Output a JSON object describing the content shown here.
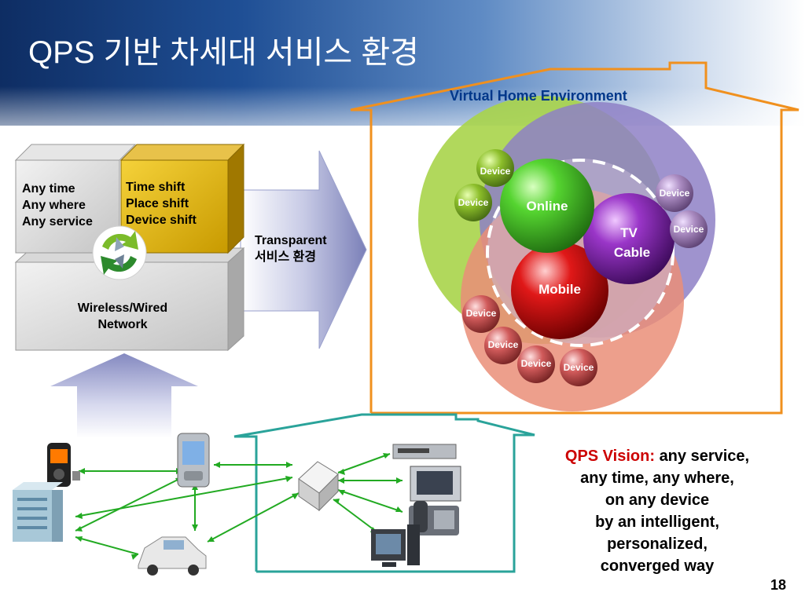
{
  "slide": {
    "title": "QPS 기반 차세대 서비스 환경",
    "page_number": "18"
  },
  "left_block": {
    "anytime_lines": [
      "Any time",
      "Any where",
      "Any service"
    ],
    "shift_lines": [
      "Time shift",
      "Place shift",
      "Device shift"
    ],
    "network_lines": [
      "Wireless/Wired",
      "Network"
    ]
  },
  "transparent": {
    "lines": [
      "Transparent",
      "서비스 환경"
    ]
  },
  "home": {
    "label": "Virtual Home Environment",
    "spheres": {
      "online": "Online",
      "tv_lines": [
        "TV",
        "Cable"
      ],
      "mobile": "Mobile"
    },
    "device_label": "Device"
  },
  "vision": {
    "label": "QPS Vision:",
    "first_line_rest": "any service,",
    "lines": [
      "any time, any where,",
      "on any device",
      "by an intelligent,",
      "personalized,",
      "converged way"
    ]
  },
  "colors": {
    "title_bg": "#1f4f95",
    "house_outline": "#f0901e",
    "bottom_house": "#2aa39a",
    "online": "#44cc22",
    "tv": "#8a2ab5",
    "mobile": "#dd1111",
    "vision_label": "#cc0000",
    "arrows": "#22aa22"
  }
}
